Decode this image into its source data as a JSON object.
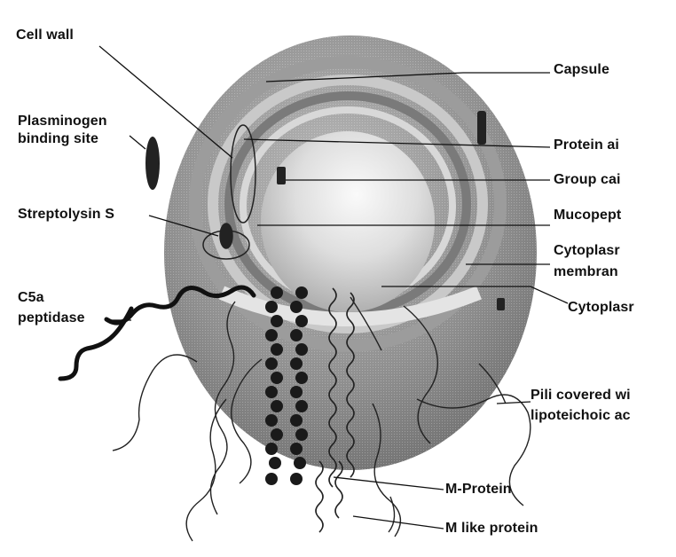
{
  "labels": {
    "cell_wall": "Cell wall",
    "plasminogen_line1": "Plasminogen",
    "plasminogen_line2": "binding site",
    "streptolysin": "Streptolysin S",
    "c5a_line1": "C5a",
    "c5a_line2": "peptidase",
    "capsule": "Capsule",
    "protein_antigen": "Protein ai",
    "group_carbohydrate": "Group cai",
    "mucopeptide": "Mucopept",
    "cytoplasmic_membrane_line1": "Cytoplasr",
    "cytoplasmic_membrane_line2": "membran",
    "cytoplasm": "Cytoplasr",
    "pili_line1": "Pili covered wi",
    "pili_line2": "lipoteichoic ac",
    "m_protein": "M-Protein",
    "m_like_protein": "M like protein"
  },
  "colors": {
    "background": "#ffffff",
    "text": "#111111",
    "outer_layer": "#8a8a8a",
    "inner_sphere": "#dcdcdc",
    "dark_band": "#555555"
  }
}
